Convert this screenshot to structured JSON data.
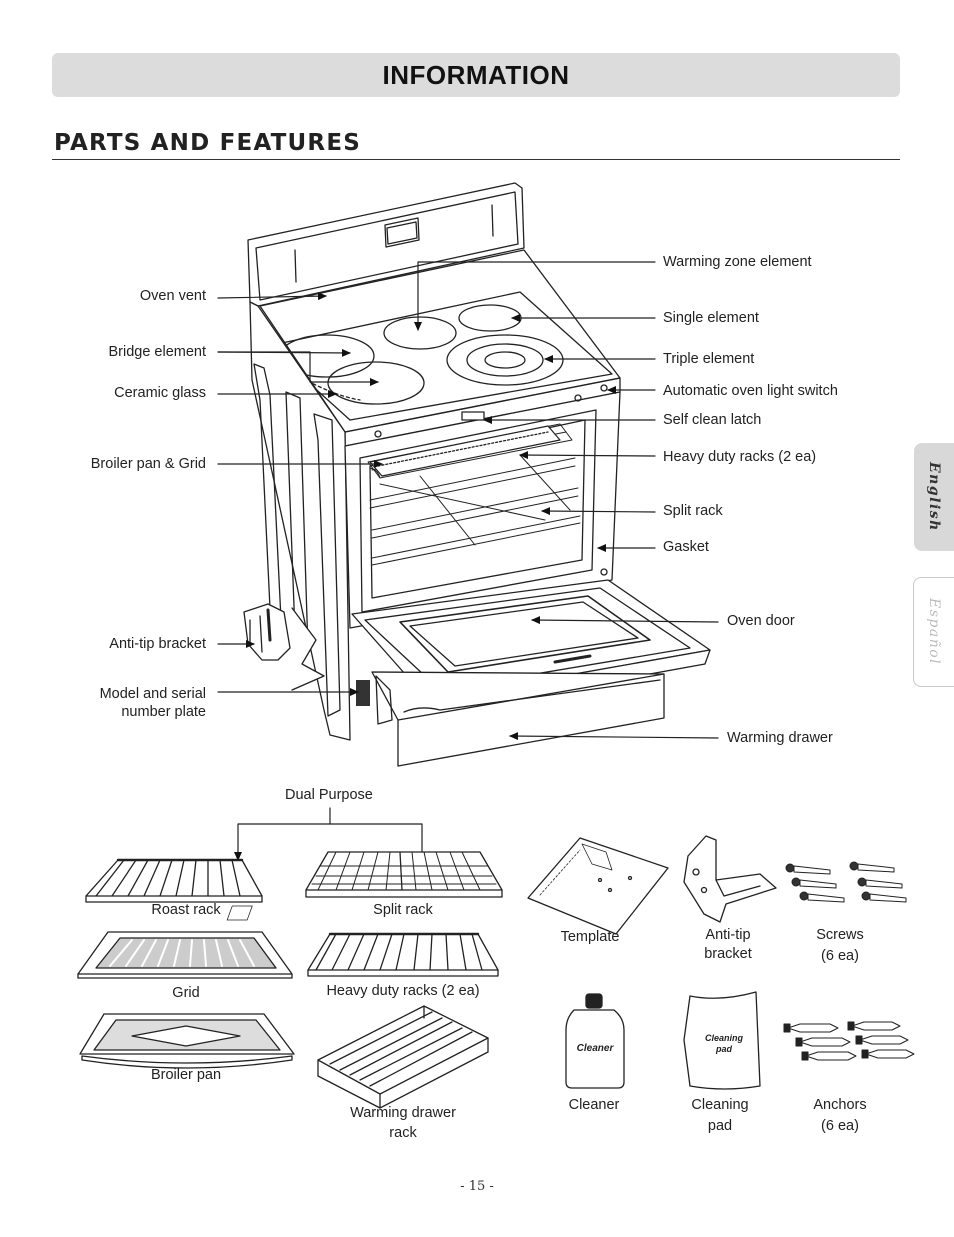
{
  "header": {
    "title": "INFORMATION"
  },
  "section": {
    "title": "PARTS AND FEATURES"
  },
  "tabs": {
    "english": "English",
    "espanol": "Español"
  },
  "left_labels": [
    "Oven vent",
    "Bridge element",
    "Ceramic glass",
    "Broiler pan & Grid",
    "Anti-tip bracket",
    "Model and serial",
    "number plate"
  ],
  "right_labels": [
    "Warming zone element",
    "Single element",
    "Triple element",
    "Automatic oven light switch",
    "Self clean latch",
    "Heavy duty racks (2 ea)",
    "Split rack",
    "Gasket",
    "Oven door",
    "Warming drawer"
  ],
  "accessories": {
    "dual_purpose": "Dual Purpose",
    "roast_rack": "Roast rack",
    "split_rack": "Split rack",
    "grid": "Grid",
    "heavy_duty_racks": "Heavy duty racks (2 ea)",
    "broiler_pan": "Broiler pan",
    "warming_drawer_rack_1": "Warming drawer",
    "warming_drawer_rack_2": "rack",
    "template": "Template",
    "anti_tip_1": "Anti-tip",
    "anti_tip_2": "bracket",
    "screws_1": "Screws",
    "screws_2": "(6 ea)",
    "cleaner": "Cleaner",
    "cleaner_bottle_text": "Cleaner",
    "cleaning_pad_1": "Cleaning",
    "cleaning_pad_2": "pad",
    "pad_text_1": "Cleaning",
    "pad_text_2": "pad",
    "anchors_1": "Anchors",
    "anchors_2": "(6 ea)"
  },
  "footer": {
    "page_number": "- 15 -"
  }
}
